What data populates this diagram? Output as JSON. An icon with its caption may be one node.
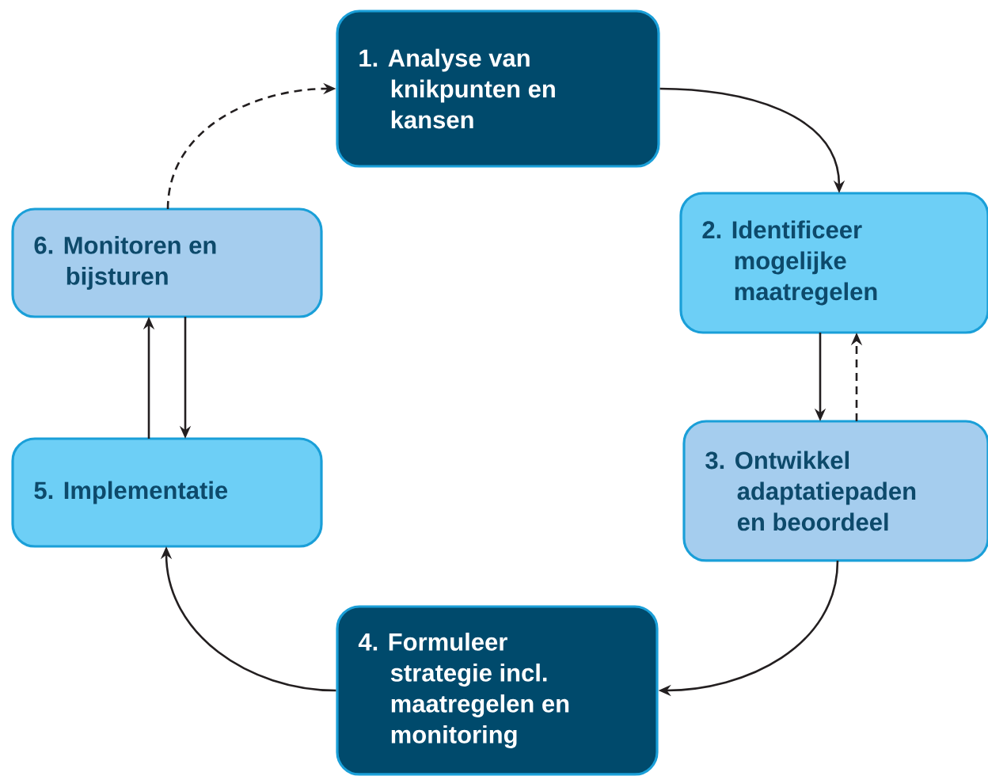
{
  "diagram": {
    "nodes": [
      {
        "text": [
          "1. Analyse van knikpunten en kansen"
        ]
      },
      {
        "text": [
          "2. Identificeer mogelijke maatregelen"
        ]
      },
      {
        "text": [
          "3. Ontwikkel adaptatiepaden en beoordeel"
        ]
      },
      {
        "text": [
          "4. Formuleer strategie incl. maatregelen en monitoring"
        ]
      },
      {
        "text": [
          "5. Implementatie"
        ]
      },
      {
        "text": [
          "6. Monitoren en bijsturen"
        ]
      }
    ],
    "edges": [
      {
        "from": 0,
        "to": 1,
        "arrow": "to"
      },
      {
        "from": 1,
        "to": 2,
        "arrow": "to"
      },
      {
        "from": 2,
        "to": 1,
        "arrow": "to",
        "style": "dashed"
      },
      {
        "from": 2,
        "to": 3,
        "arrow": "to"
      },
      {
        "from": 3,
        "to": 4,
        "arrow": "to"
      },
      {
        "from": 4,
        "to": 5,
        "arrow": "to"
      },
      {
        "from": 5,
        "to": 4,
        "arrow": "to"
      },
      {
        "from": 5,
        "to": 0,
        "arrow": "to",
        "style": "dashed"
      }
    ]
  }
}
